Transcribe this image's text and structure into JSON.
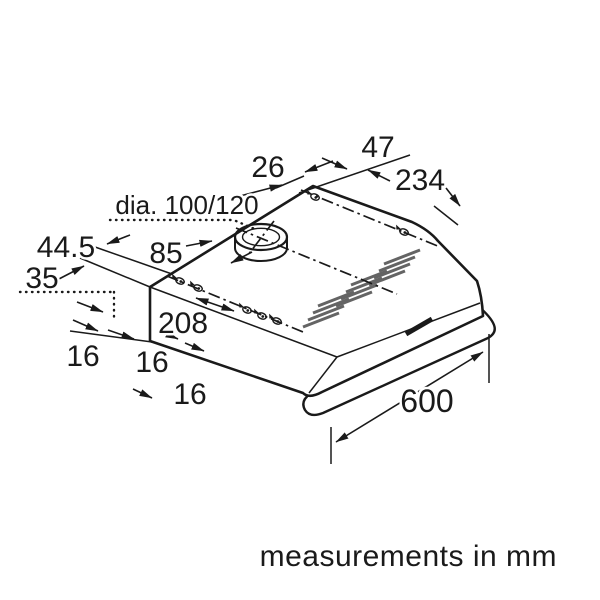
{
  "diagram": {
    "type": "technical-dimension-drawing",
    "subject": "cooker hood installation dimensions",
    "footer_text": "measurements in mm",
    "labels": {
      "dia": "dia. 100/120",
      "d47": "47",
      "d26": "26",
      "d234": "234",
      "d445": "44.5",
      "d85": "85",
      "d35": "35",
      "d208": "208",
      "d16_top": "16",
      "d16_mid": "16",
      "d16_bottom": "16",
      "d600": "600"
    },
    "colors": {
      "line": "#1a1a1a",
      "background": "#ffffff",
      "vent_slats": "#4a4a4a"
    }
  }
}
